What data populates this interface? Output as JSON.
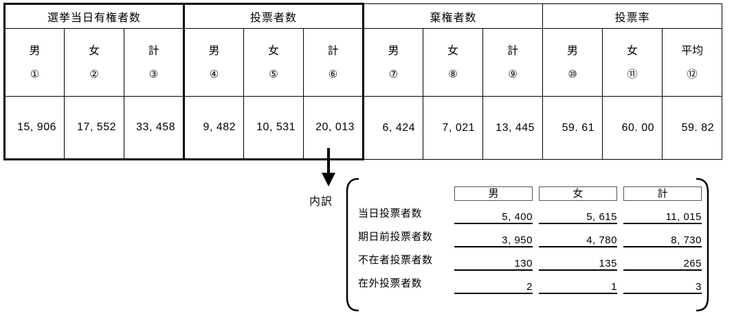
{
  "main_table": {
    "groups": [
      {
        "label": "選挙当日有権者数",
        "colspan": 3
      },
      {
        "label": "投票者数",
        "colspan": 3
      },
      {
        "label": "棄権者数",
        "colspan": 3
      },
      {
        "label": "投票率",
        "colspan": 3
      }
    ],
    "columns": [
      {
        "label": "男",
        "number": "①"
      },
      {
        "label": "女",
        "number": "②"
      },
      {
        "label": "計",
        "number": "③"
      },
      {
        "label": "男",
        "number": "④"
      },
      {
        "label": "女",
        "number": "⑤"
      },
      {
        "label": "計",
        "number": "⑥"
      },
      {
        "label": "男",
        "number": "⑦"
      },
      {
        "label": "女",
        "number": "⑧"
      },
      {
        "label": "計",
        "number": "⑨"
      },
      {
        "label": "男",
        "number": "⑩"
      },
      {
        "label": "女",
        "number": "⑪"
      },
      {
        "label": "平均",
        "number": "⑫"
      }
    ],
    "values": [
      "15, 906",
      "17, 552",
      "33, 458",
      "9, 482",
      "10, 531",
      "20, 013",
      "6, 424",
      "7, 021",
      "13, 445",
      "59. 61",
      "60. 00",
      "59. 82"
    ]
  },
  "breakdown": {
    "label": "内訳",
    "column_headers": [
      "男",
      "女",
      "計"
    ],
    "rows": [
      {
        "label": "当日投票者数",
        "values": [
          "5, 400",
          "5, 615",
          "11, 015"
        ]
      },
      {
        "label": "期日前投票者数",
        "values": [
          "3, 950",
          "4, 780",
          "8, 730"
        ]
      },
      {
        "label": "不在者投票者数",
        "values": [
          "130",
          "135",
          "265"
        ]
      },
      {
        "label": "在外投票者数",
        "values": [
          "2",
          "1",
          "3"
        ]
      }
    ]
  }
}
